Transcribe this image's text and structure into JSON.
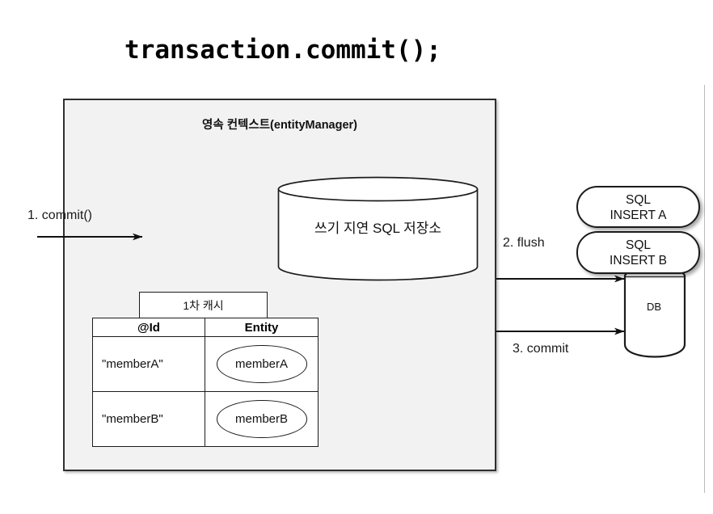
{
  "title": "transaction.commit();",
  "context": {
    "name": "영속 컨텍스트(entityManager)",
    "background_color": "#f2f2f2",
    "border_color": "#2f2f2f"
  },
  "sql_store": {
    "label": "쓰기 지연 SQL 저장소"
  },
  "cache": {
    "tag_label": "1차 캐시",
    "headers": [
      "@Id",
      "Entity"
    ],
    "rows": [
      {
        "id": "\"memberA\"",
        "entity": "memberA"
      },
      {
        "id": "\"memberB\"",
        "entity": "memberB"
      }
    ]
  },
  "arrows": [
    {
      "label": "1. commit()"
    },
    {
      "label": "2. flush"
    },
    {
      "label": "3. commit"
    }
  ],
  "sql_statements": [
    {
      "line1": "SQL",
      "line2": "INSERT A"
    },
    {
      "line1": "SQL",
      "line2": "INSERT B"
    }
  ],
  "database": {
    "label": "DB"
  }
}
